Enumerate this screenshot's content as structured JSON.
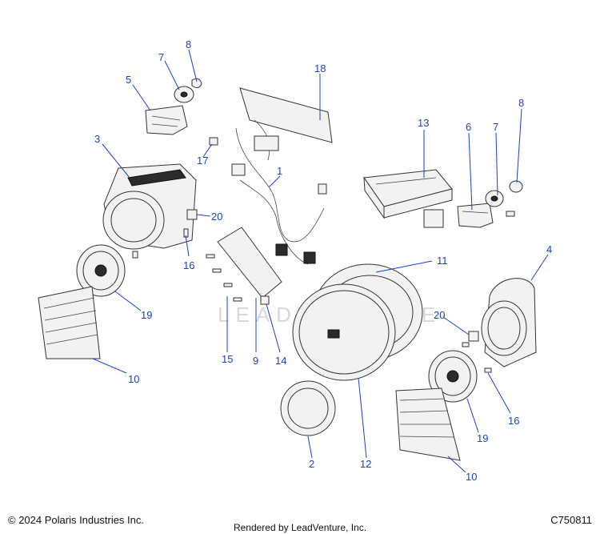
{
  "watermark": "LEADVENTURE",
  "footer": {
    "copyright": "© 2024 Polaris Industries Inc.",
    "rendered_by": "Rendered by LeadVenture, Inc.",
    "diagram_id": "C750811"
  },
  "callouts": [
    "8",
    "7",
    "5",
    "18",
    "13",
    "6",
    "7",
    "8",
    "3",
    "17",
    "1",
    "20",
    "16",
    "11",
    "4",
    "19",
    "20",
    "15",
    "9",
    "14",
    "10",
    "16",
    "19",
    "2",
    "12",
    "10"
  ],
  "colors": {
    "callout": "#1a3fd1",
    "line_art": "#333333"
  }
}
